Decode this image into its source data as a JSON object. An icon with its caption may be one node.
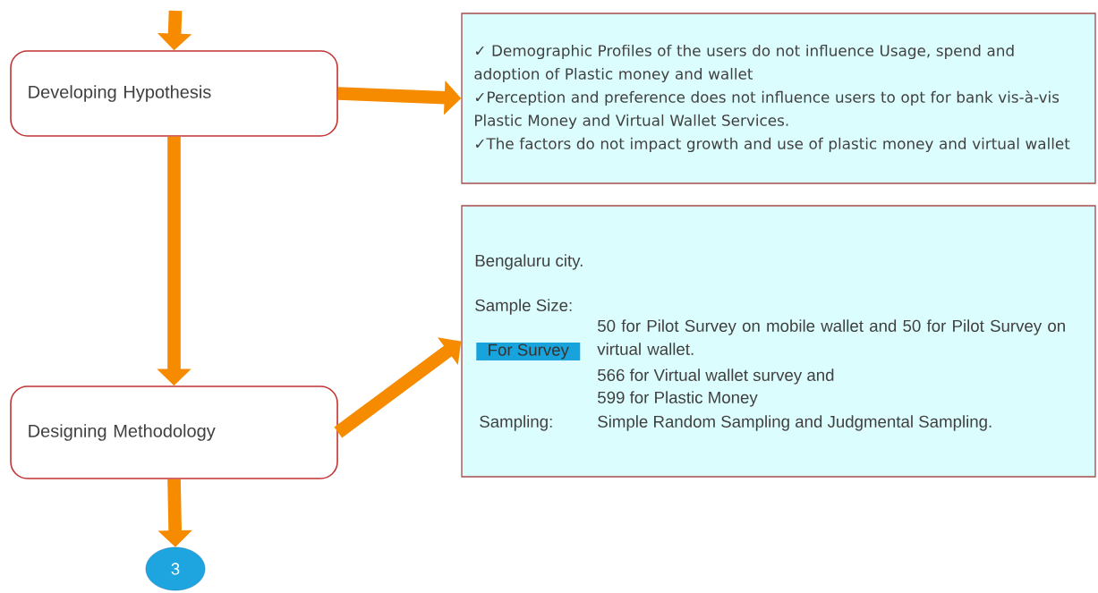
{
  "diagram": {
    "nodes": [
      {
        "text": [
          "Developing Hypothesis"
        ]
      },
      {
        "text": [
          "✓ Demographic Profiles of the users do not influence Usage, spend and adoption of Plastic money and wallet",
          "✓Perception and preference      does not influence users to opt for bank vis-à-vis Plastic Money and Virtual Wallet Services.",
          "✓The factors do not impact growth and use of plastic money and virtual wallet"
        ]
      },
      {
        "text": [
          "Designing Methodology"
        ]
      },
      {
        "text": [
          "Bengaluru city.",
          "Sample Size:",
          "For Survey",
          "50 for Pilot Survey on mobile wallet and 50 for Pilot Survey  on virtual wallet.",
          "566 for Virtual wallet survey and",
          "599 for Plastic Money",
          "Sampling:",
          "Simple Random Sampling and Judgmental Sampling."
        ]
      },
      {
        "text": [
          "3"
        ]
      }
    ],
    "edges": [
      {
        "from": null,
        "to": 0,
        "arrow": "to"
      },
      {
        "from": 0,
        "to": 1,
        "arrow": "to"
      },
      {
        "from": 0,
        "to": 2,
        "arrow": "to"
      },
      {
        "from": 2,
        "to": 3,
        "arrow": "to"
      },
      {
        "from": 2,
        "to": 4,
        "arrow": "to"
      }
    ]
  }
}
